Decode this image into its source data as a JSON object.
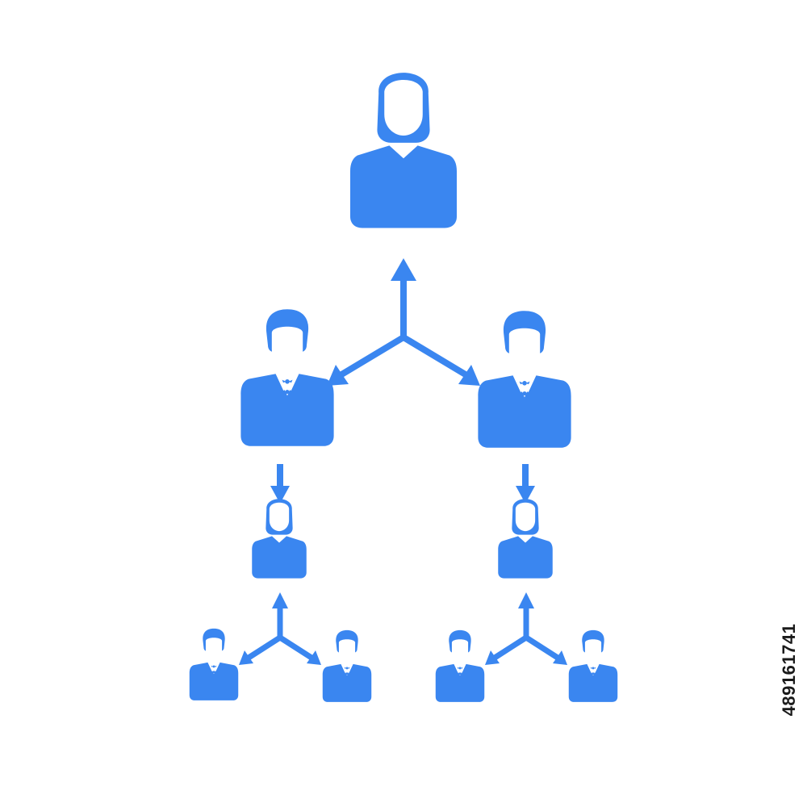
{
  "colors": {
    "icon": "#3a86f0",
    "background": "#ffffff",
    "watermark_text": "#1a1a1a"
  },
  "diagram": {
    "type": "hierarchy",
    "nodes": [
      {
        "id": "top",
        "icon": "woman-icon",
        "size": "large"
      },
      {
        "id": "mid-left",
        "icon": "businessman-icon",
        "size": "large"
      },
      {
        "id": "mid-right",
        "icon": "businessman-icon",
        "size": "large"
      },
      {
        "id": "low-left",
        "icon": "woman-icon",
        "size": "medium"
      },
      {
        "id": "low-right",
        "icon": "woman-icon",
        "size": "medium"
      },
      {
        "id": "leaf-1",
        "icon": "businessman-icon",
        "size": "small"
      },
      {
        "id": "leaf-2",
        "icon": "businessman-icon",
        "size": "small"
      },
      {
        "id": "leaf-3",
        "icon": "businessman-icon",
        "size": "small"
      },
      {
        "id": "leaf-4",
        "icon": "businessman-icon",
        "size": "small"
      }
    ],
    "links": [
      {
        "type": "three-way-arrow",
        "to": [
          "top",
          "mid-left",
          "mid-right"
        ]
      },
      {
        "type": "arrow",
        "from": "mid-left",
        "to": "low-left"
      },
      {
        "type": "arrow",
        "from": "mid-right",
        "to": "low-right"
      },
      {
        "type": "three-way-arrow",
        "to": [
          "low-left",
          "leaf-1",
          "leaf-2"
        ]
      },
      {
        "type": "three-way-arrow",
        "to": [
          "low-right",
          "leaf-3",
          "leaf-4"
        ]
      }
    ]
  },
  "watermark": {
    "stock_id": "489161741"
  }
}
